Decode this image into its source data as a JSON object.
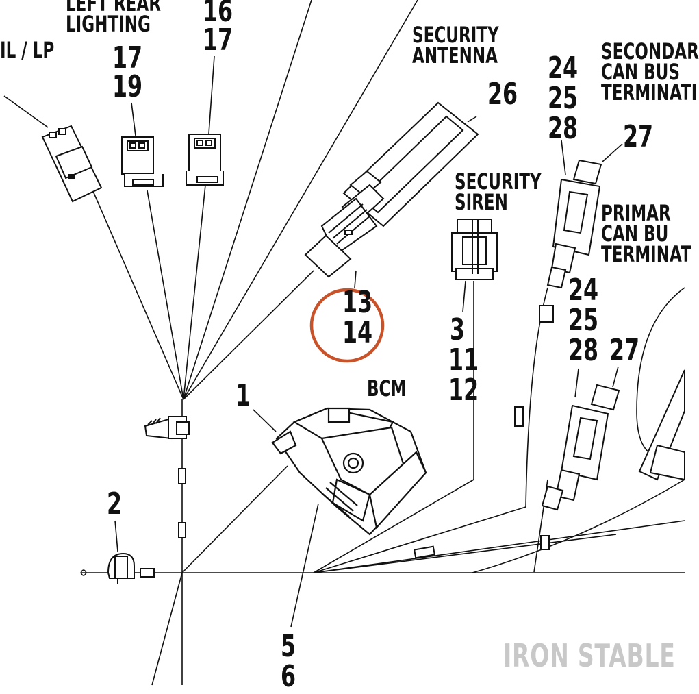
{
  "labels": {
    "tail_lp": "IL / LP",
    "left_rear_lighting": "LEFT REAR\nLIGHTING",
    "lrl_numbers": "17\n19",
    "top_numbers": "16\n17",
    "security_antenna": "SECURITY\nANTENNA",
    "antenna_number": "26",
    "secondary_can": "SECONDAR\nCAN BUS\nTERMINATI",
    "sec_can_numbers": "24\n25\n28",
    "sec_can_27": "27",
    "security_siren": "SECURITY\nSIREN",
    "siren_numbers": "3\n11\n12",
    "primary_can": "PRIMAR\nCAN BU\nTERMINAT",
    "pri_can_numbers": "24\n25\n28",
    "pri_can_27": "27",
    "antenna_conn_numbers": "13\n14",
    "bcm": "BCM",
    "bcm_number": "1",
    "ground_number": "2",
    "bottom_numbers": "5\n6"
  },
  "highlight": {
    "color": "#c8532a",
    "marks": "13 14"
  },
  "watermark": "IRON STABLE"
}
